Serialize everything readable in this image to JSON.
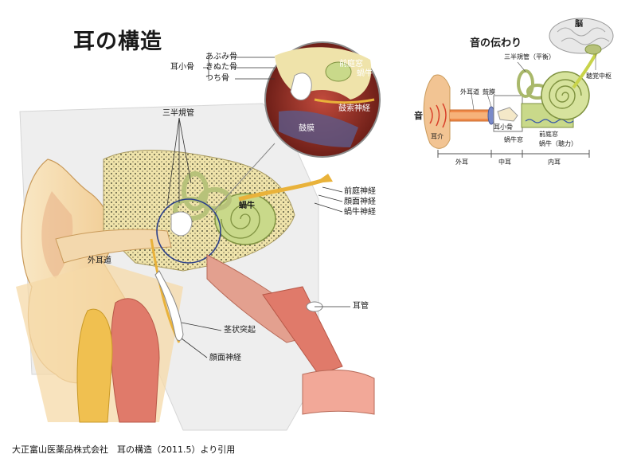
{
  "main_diagram": {
    "title": "耳の構造",
    "labels": {
      "ear_ossicles_group": "耳小骨",
      "stapes": "あぶみ骨",
      "incus": "きぬた骨",
      "malleus": "つち骨",
      "vestibule_inset": "前庭窓",
      "cochlea_inset": "蝸牛",
      "chorda_tympani": "鼓索神経",
      "eardrum": "鼓膜",
      "semicircular_canals": "三半規管",
      "cochlea": "蝸牛",
      "vestibular_nerve": "前庭神経",
      "facial_nerve_upper": "顔面神経",
      "cochlear_nerve": "蝸牛神経",
      "external_auditory_canal": "外耳道",
      "eustachian_tube": "耳管",
      "styloid_process": "茎状突起",
      "facial_nerve_lower": "顔面神経"
    }
  },
  "sound_diagram": {
    "title": "音の伝わり",
    "labels": {
      "brain": "脳",
      "auditory_center": "聴覚中枢",
      "semicircular_canals": "三半規管（平衡）",
      "external_canal": "外耳道",
      "eardrum": "鼓膜",
      "sound": "音",
      "auricle": "耳介",
      "ossicles": "耳小骨",
      "oval_window": "前庭窓",
      "round_window": "蝸牛窓",
      "cochlea_hearing": "蝸牛（聴力）",
      "outer_ear": "外耳",
      "middle_ear": "中耳",
      "inner_ear": "内耳"
    }
  },
  "caption": "大正富山医薬品株式会社　耳の構造（2011.5）より引用",
  "colors": {
    "skin": "#f6d9a8",
    "bone": "#f2e6b2",
    "bone_dots": "#5a5a40",
    "cochlea": "#c9d98a",
    "muscle": "#e07a6a",
    "nerve": "#e9b23a",
    "inset_red": "#a63a2f",
    "circle_blue": "#2b3f8a",
    "brain": "#e8e8e8"
  }
}
